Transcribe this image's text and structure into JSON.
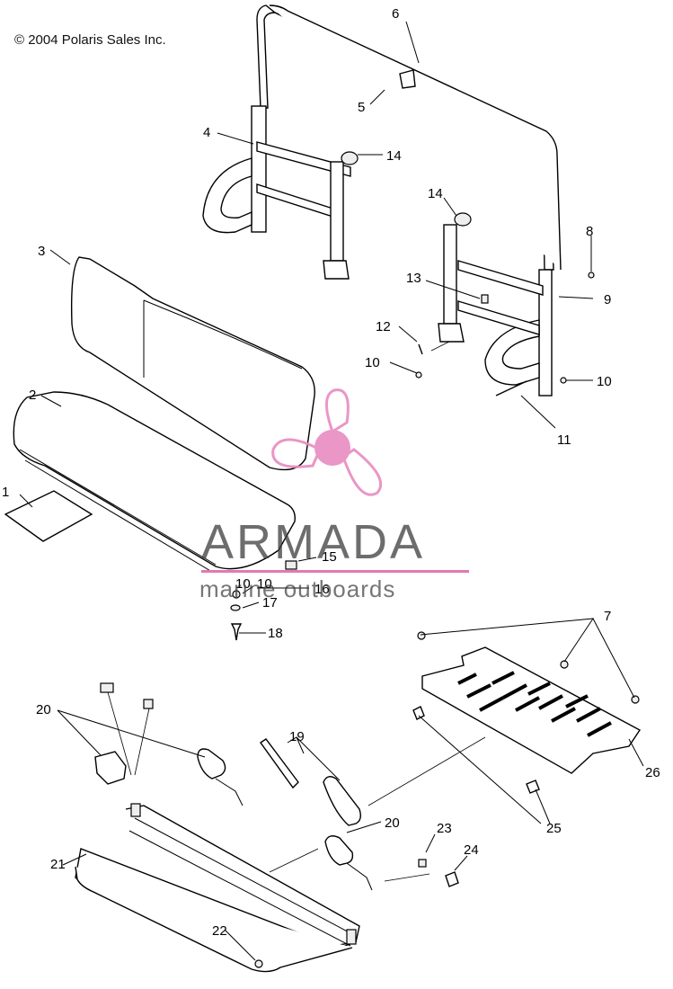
{
  "copyright": "© 2004 Polaris Sales Inc.",
  "watermark": {
    "brand": "ARMADA",
    "tagline": "marine outboards",
    "logo_color": "#e88bc0",
    "bar_color": "#e07ab2"
  },
  "callouts": [
    "1",
    "2",
    "3",
    "4",
    "5",
    "6",
    "7",
    "8",
    "9",
    "10",
    "10",
    "10",
    "11",
    "12",
    "13",
    "14",
    "14",
    "15",
    "10",
    "16",
    "17",
    "18",
    "19",
    "20",
    "20",
    "21",
    "22",
    "23",
    "24",
    "25",
    "26"
  ]
}
